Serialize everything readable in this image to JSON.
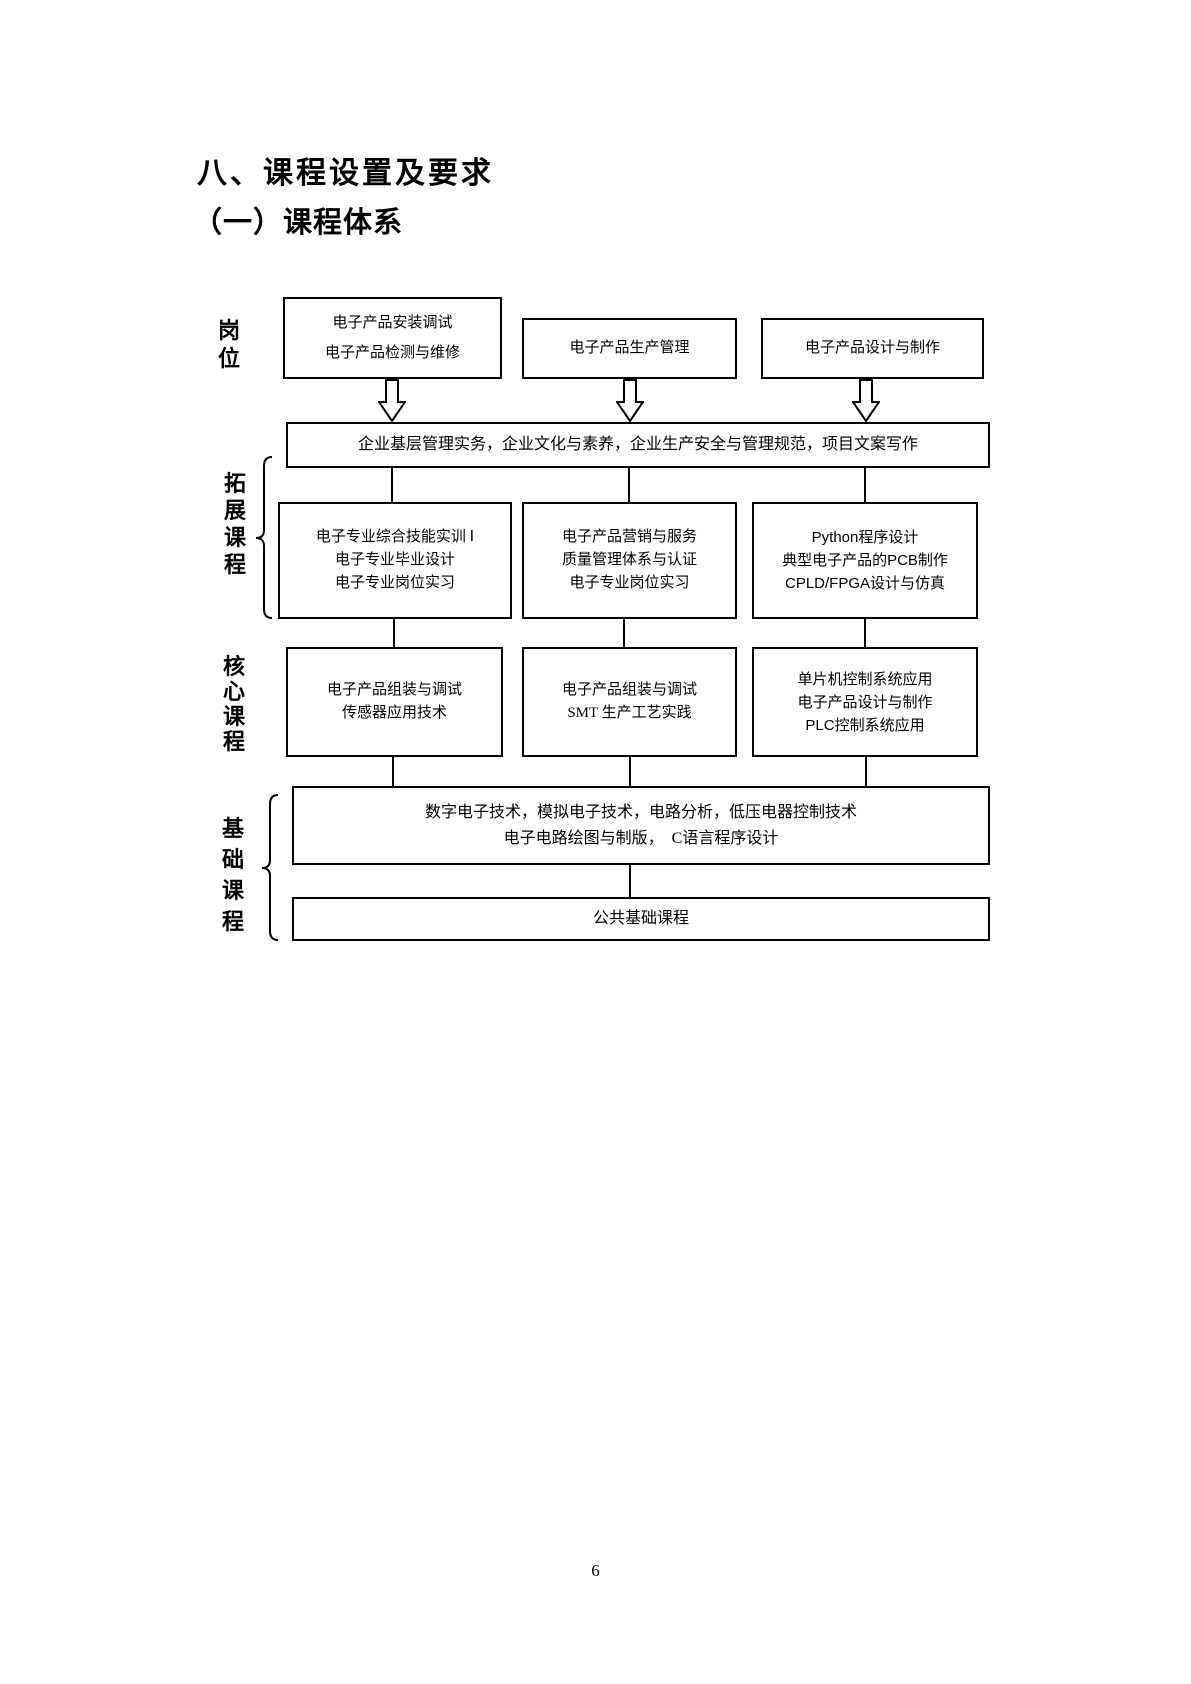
{
  "page": {
    "section_title": "八、课程设置及要求",
    "subsection_title": "（一）课程体系",
    "page_number": "6"
  },
  "colors": {
    "ink": "#000000",
    "paper": "#ffffff"
  },
  "diagram": {
    "labels": {
      "positions": "岗位",
      "extended": "拓展课程",
      "core": "核心课程",
      "foundation": "基础课程"
    },
    "job_row": [
      {
        "lines": [
          "电子产品安装调试",
          "电子产品检测与维修"
        ]
      },
      {
        "lines": [
          "电子产品生产管理"
        ]
      },
      {
        "lines": [
          "电子产品设计与制作"
        ]
      }
    ],
    "bridge_box": {
      "lines": [
        "企业基层管理实务，企业文化与素养，企业生产安全与管理规范，项目文案写作"
      ]
    },
    "extended_row": [
      {
        "lines": [
          "电子专业综合技能实训 Ⅰ",
          "电子专业毕业设计",
          "电子专业岗位实习"
        ]
      },
      {
        "lines": [
          "电子产品营销与服务",
          "质量管理体系与认证",
          "电子专业岗位实习"
        ]
      },
      {
        "lines": [
          "Python程序设计",
          "典型电子产品的PCB制作",
          "CPLD/FPGA设计与仿真"
        ]
      }
    ],
    "core_row": [
      {
        "lines": [
          "电子产品组装与调试",
          "传感器应用技术"
        ]
      },
      {
        "lines": [
          "电子产品组装与调试",
          "SMT 生产工艺实践"
        ]
      },
      {
        "lines": [
          "单片机控制系统应用",
          "电子产品设计与制作",
          "PLC控制系统应用"
        ]
      }
    ],
    "foundation_row": [
      {
        "lines": [
          "数字电子技术，模拟电子技术，电路分析，低压电器控制技术",
          "电子电路绘图与制版，　C语言程序设计"
        ]
      },
      {
        "lines": [
          "公共基础课程"
        ]
      }
    ]
  }
}
